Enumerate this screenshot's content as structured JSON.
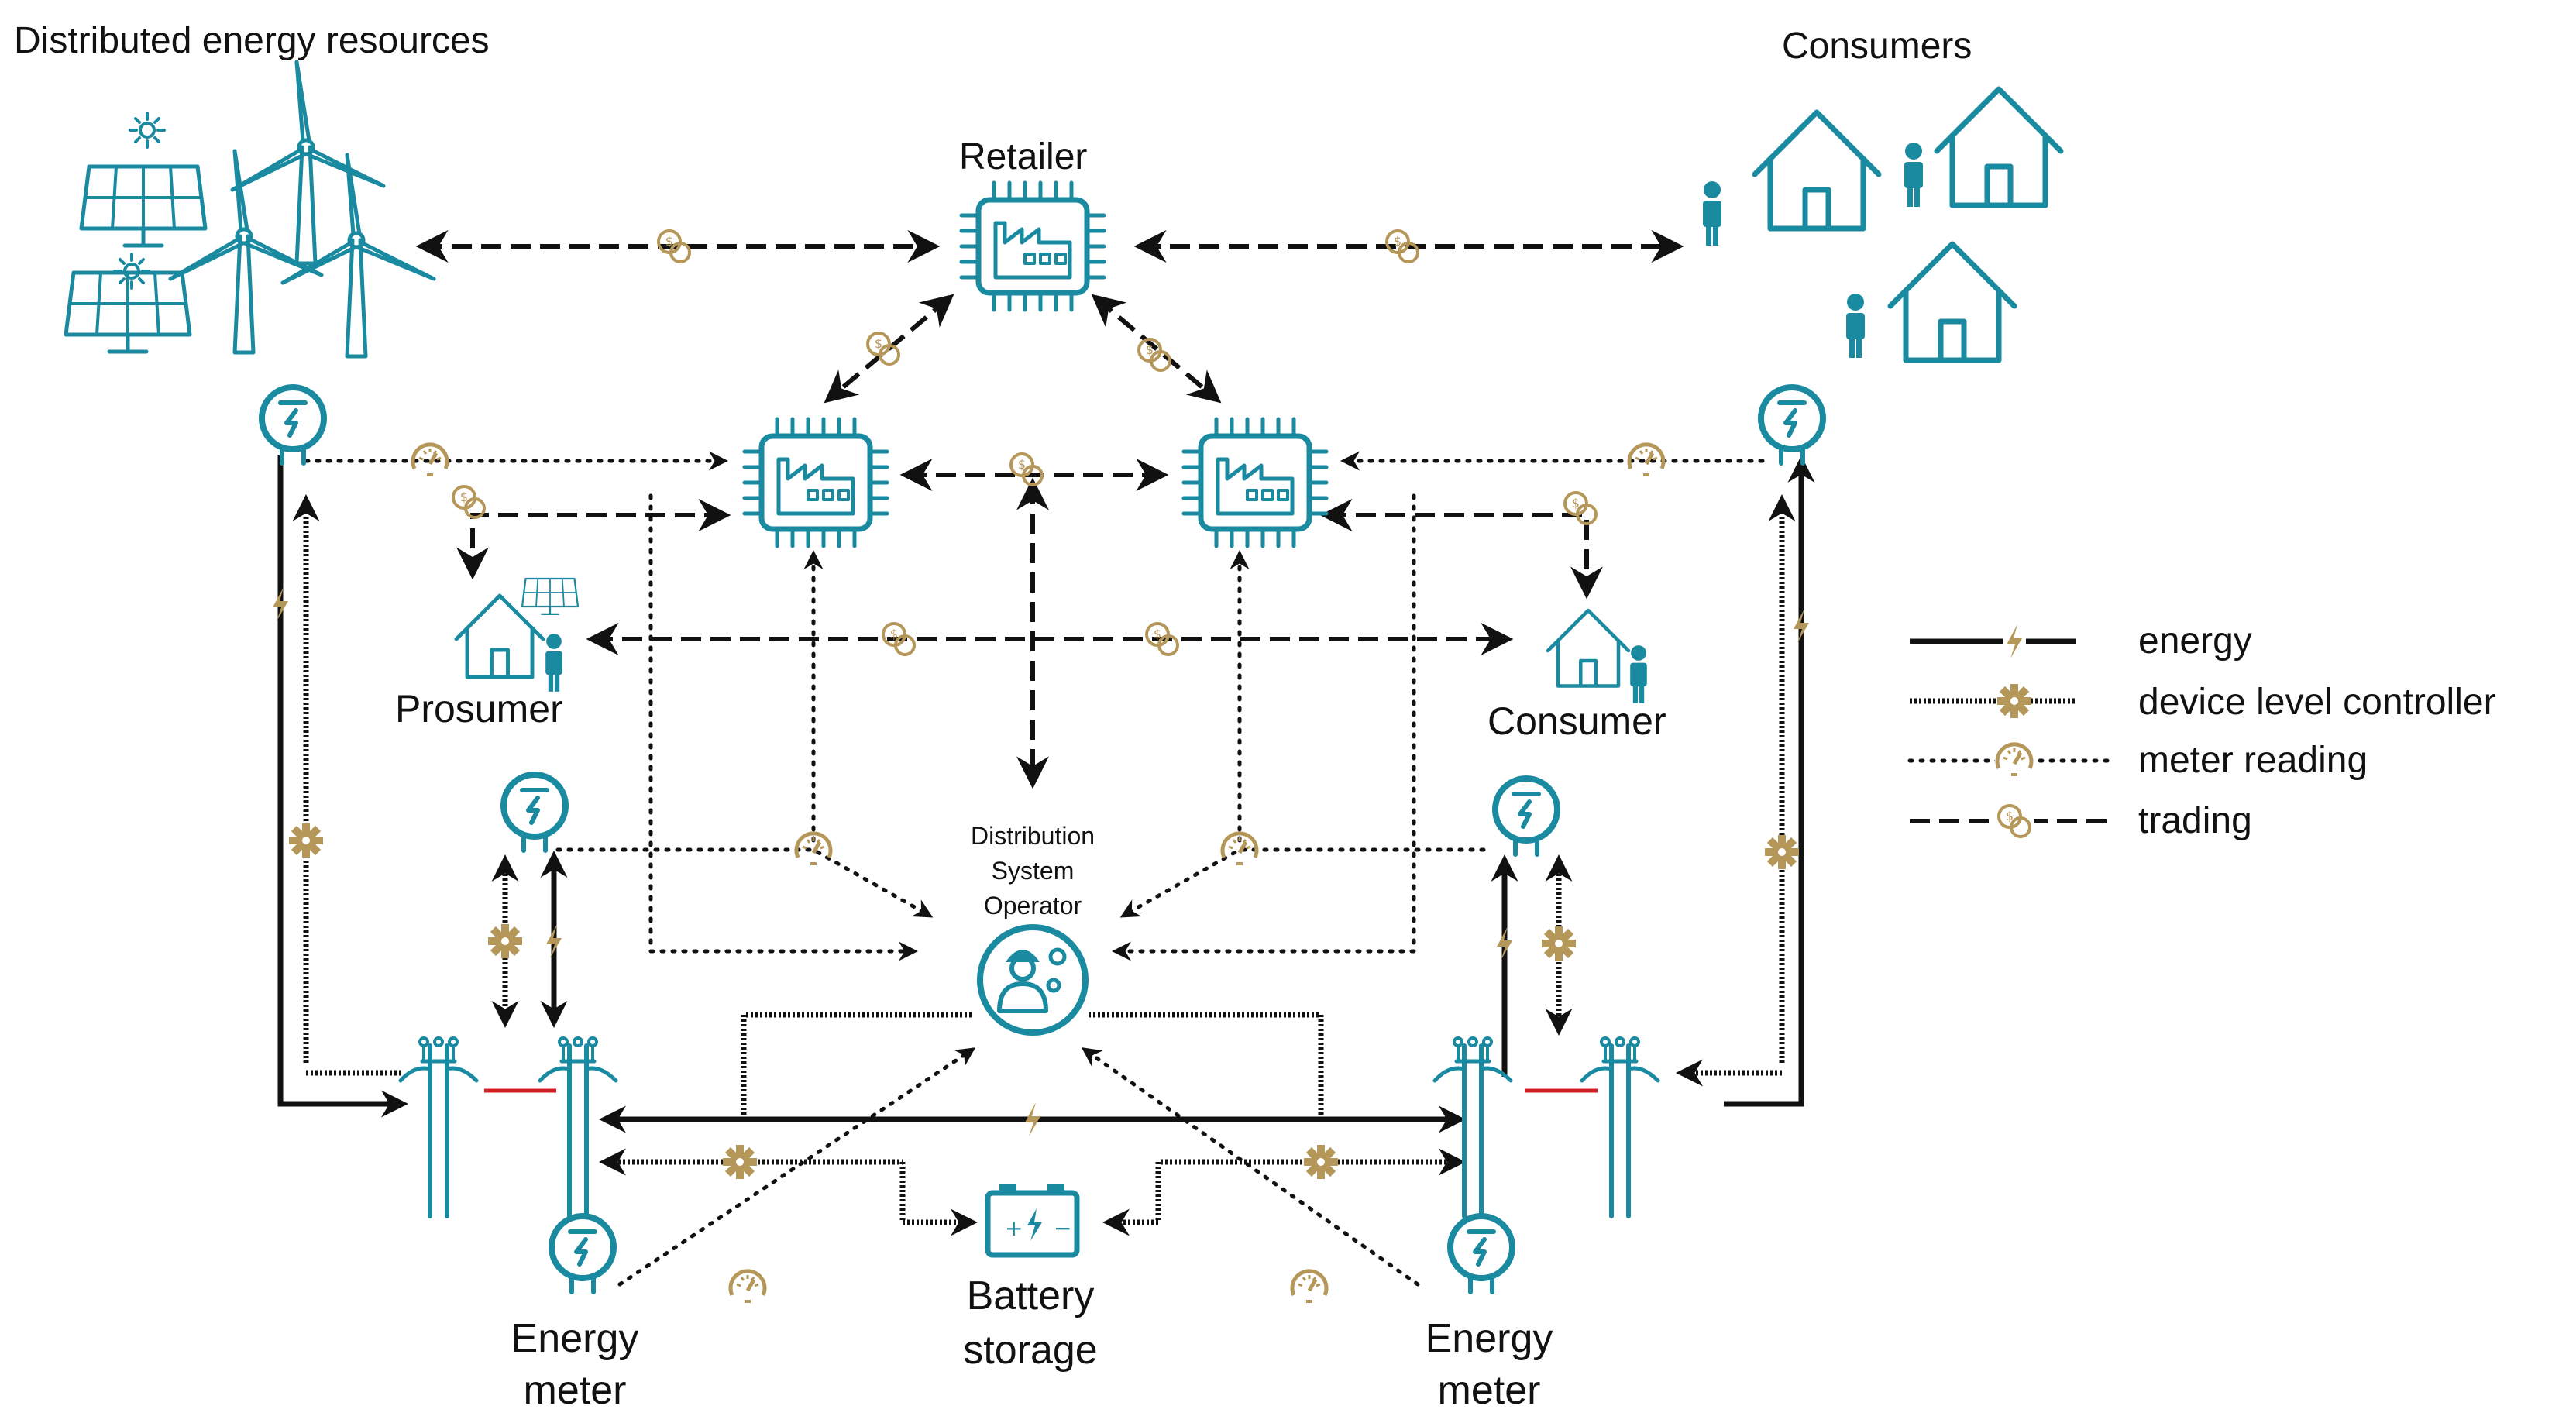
{
  "labels": {
    "der": "Distributed energy resources",
    "consumers": "Consumers",
    "retailer": "Retailer",
    "prosumer": "Prosumer",
    "consumer": "Consumer",
    "dso_line1": "Distribution",
    "dso_line2": "System",
    "dso_line3": "Operator",
    "battery_line1": "Battery",
    "battery_line2": "storage",
    "meter_left_line1": "Energy",
    "meter_left_line2": "meter",
    "meter_right_line1": "Energy",
    "meter_right_line2": "meter"
  },
  "legend": {
    "items": [
      {
        "label": "energy"
      },
      {
        "label": "device level controller"
      },
      {
        "label": "meter reading"
      },
      {
        "label": "trading"
      }
    ]
  },
  "colors": {
    "icon": "#1a8aa0",
    "symbol": "#b5975a",
    "line": "#111111",
    "link": "#cc2222"
  }
}
